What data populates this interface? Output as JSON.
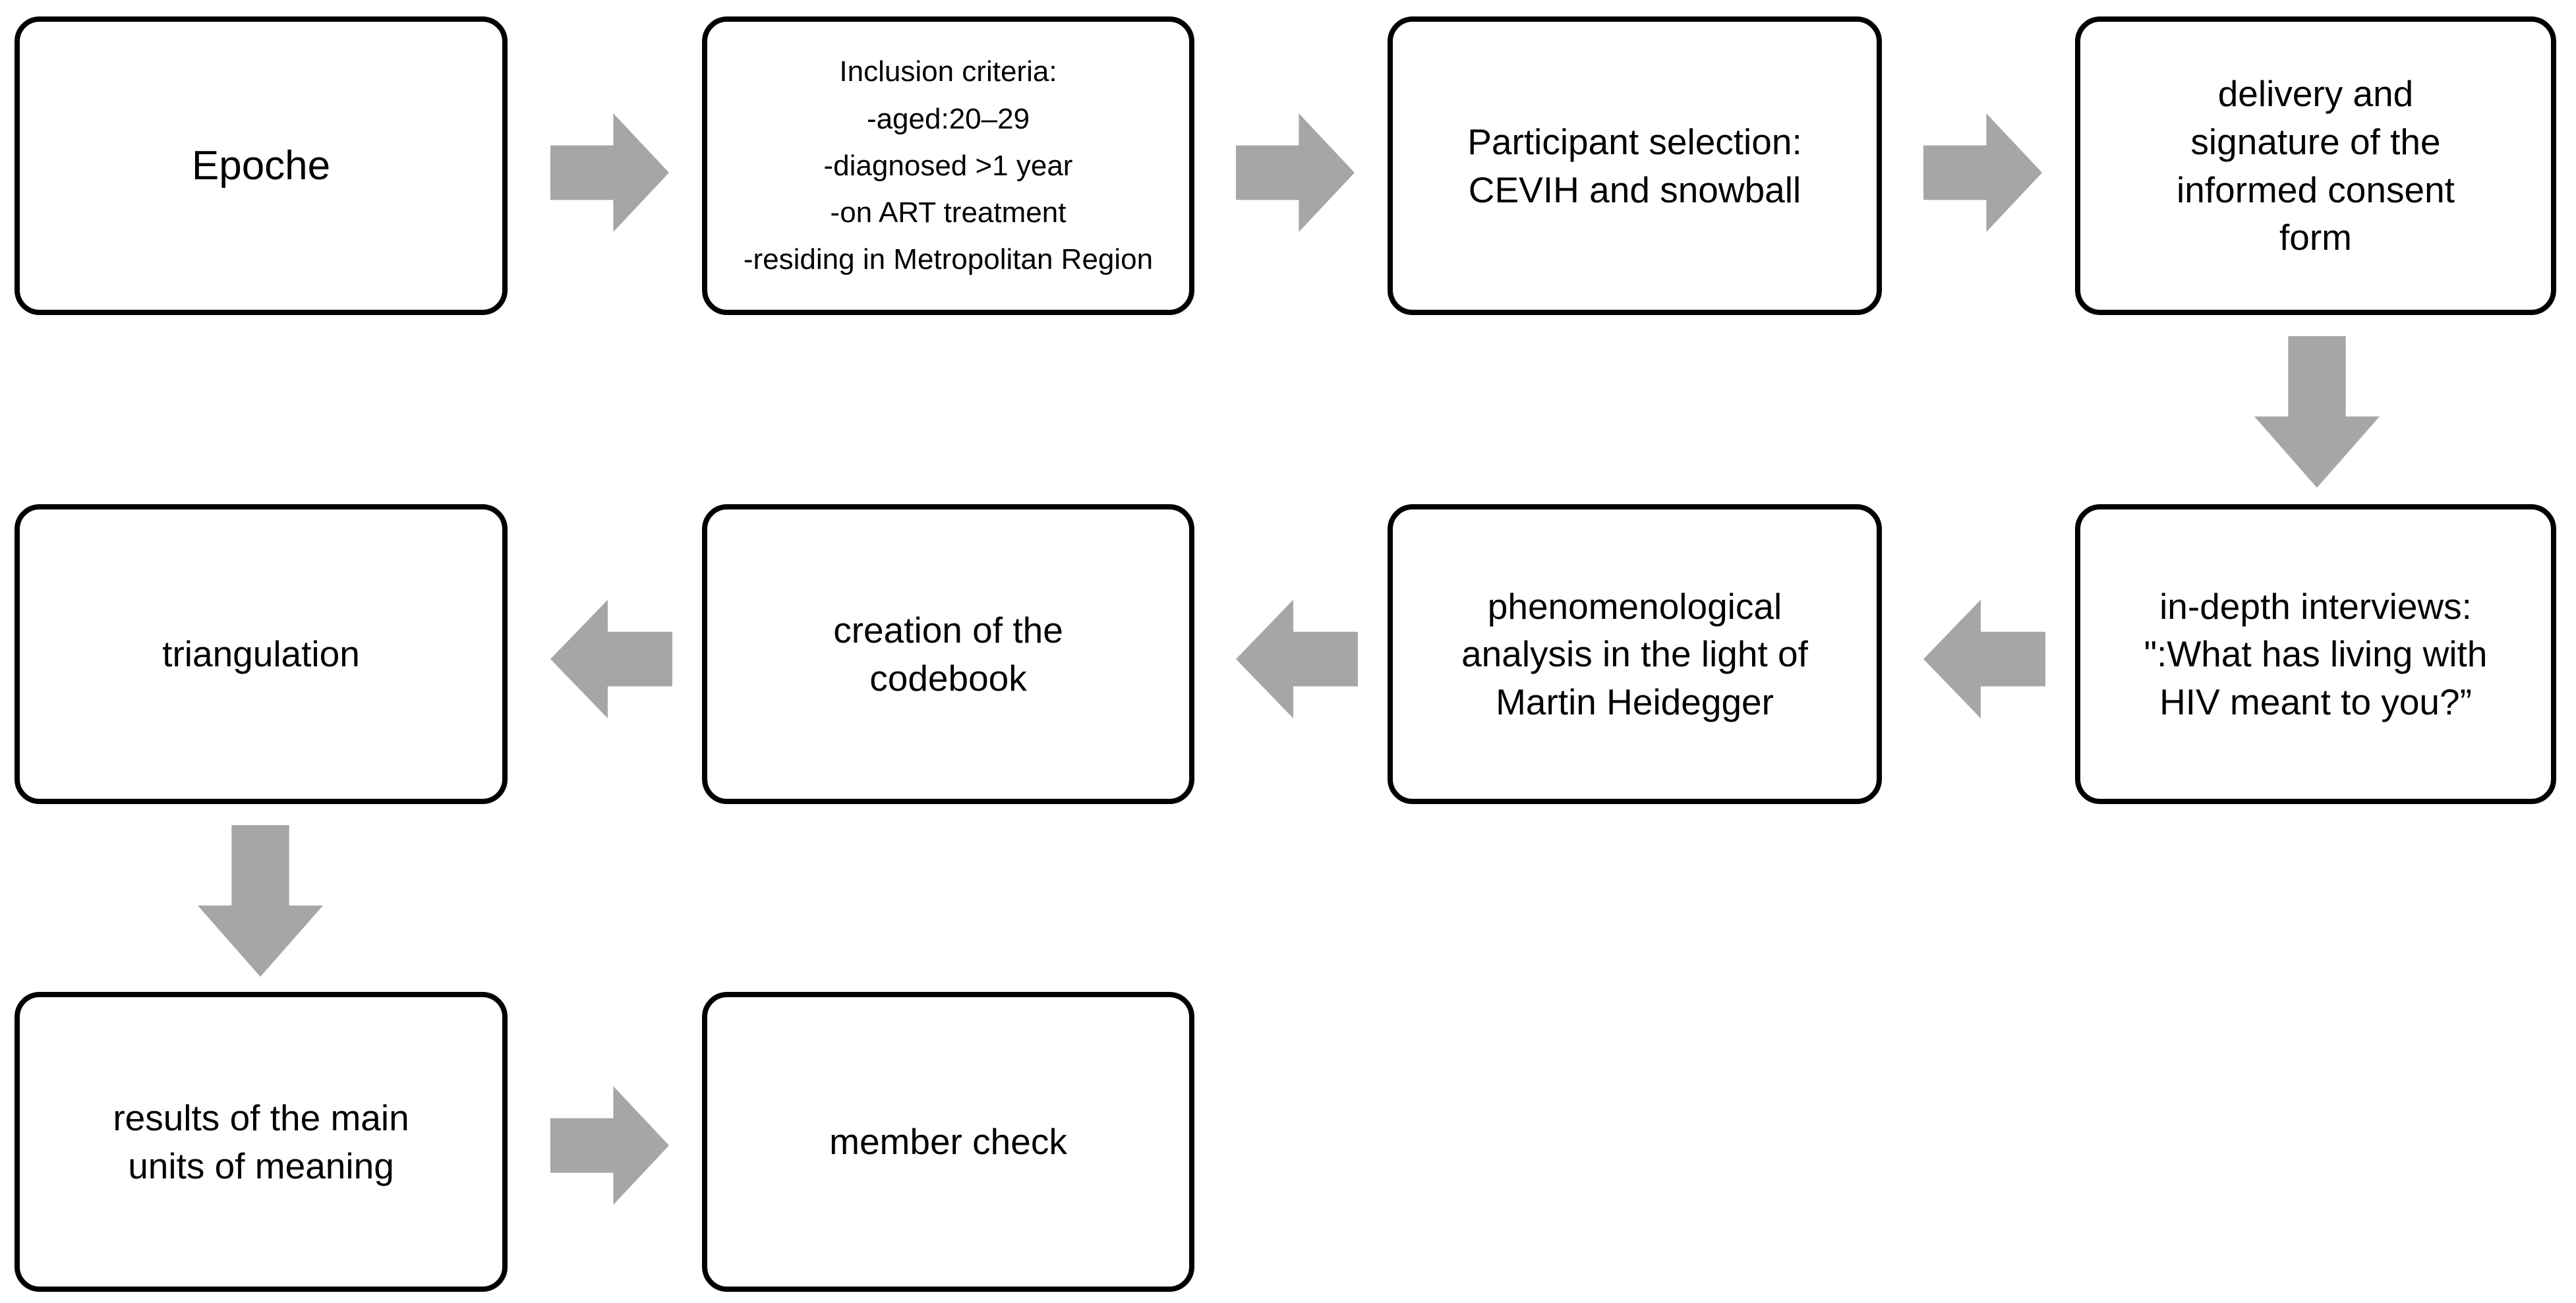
{
  "diagram": {
    "title": "Qualitative research methodology flowchart",
    "colors": {
      "node_border": "#000000",
      "node_fill": "#ffffff",
      "arrow_fill": "#a6a6a6",
      "text": "#000000",
      "background": "#ffffff"
    },
    "nodes": [
      {
        "id": "epoche",
        "label": "Epoche"
      },
      {
        "id": "inclusion",
        "label": "Inclusion criteria:\n-aged:20–29\n-diagnosed >1 year\n-on ART treatment\n-residing in Metropolitan Region"
      },
      {
        "id": "participant",
        "label": "Participant selection:\nCEVIH and snowball"
      },
      {
        "id": "consent",
        "label": "delivery and\nsignature of the\ninformed consent\nform"
      },
      {
        "id": "interviews",
        "label": "in-depth interviews:\n\":What has living with\nHIV meant to you?”"
      },
      {
        "id": "analysis",
        "label": "phenomenological\nanalysis in the light of\nMartin Heidegger"
      },
      {
        "id": "codebook",
        "label": "creation of the\ncodebook"
      },
      {
        "id": "triangulation",
        "label": "triangulation"
      },
      {
        "id": "results",
        "label": "results of the main\nunits of meaning"
      },
      {
        "id": "membercheck",
        "label": "member check"
      }
    ],
    "arrows": [
      {
        "id": "epoche-inclusion",
        "from": "epoche",
        "to": "inclusion",
        "direction": "right"
      },
      {
        "id": "inclusion-participant",
        "from": "inclusion",
        "to": "participant",
        "direction": "right"
      },
      {
        "id": "participant-consent",
        "from": "participant",
        "to": "consent",
        "direction": "right"
      },
      {
        "id": "consent-interviews",
        "from": "consent",
        "to": "interviews",
        "direction": "down"
      },
      {
        "id": "interviews-analysis",
        "from": "interviews",
        "to": "analysis",
        "direction": "left"
      },
      {
        "id": "analysis-codebook",
        "from": "analysis",
        "to": "codebook",
        "direction": "left"
      },
      {
        "id": "codebook-triangulation",
        "from": "codebook",
        "to": "triangulation",
        "direction": "left"
      },
      {
        "id": "triangulation-results",
        "from": "triangulation",
        "to": "results",
        "direction": "down"
      },
      {
        "id": "results-membercheck",
        "from": "results",
        "to": "membercheck",
        "direction": "right"
      }
    ]
  }
}
